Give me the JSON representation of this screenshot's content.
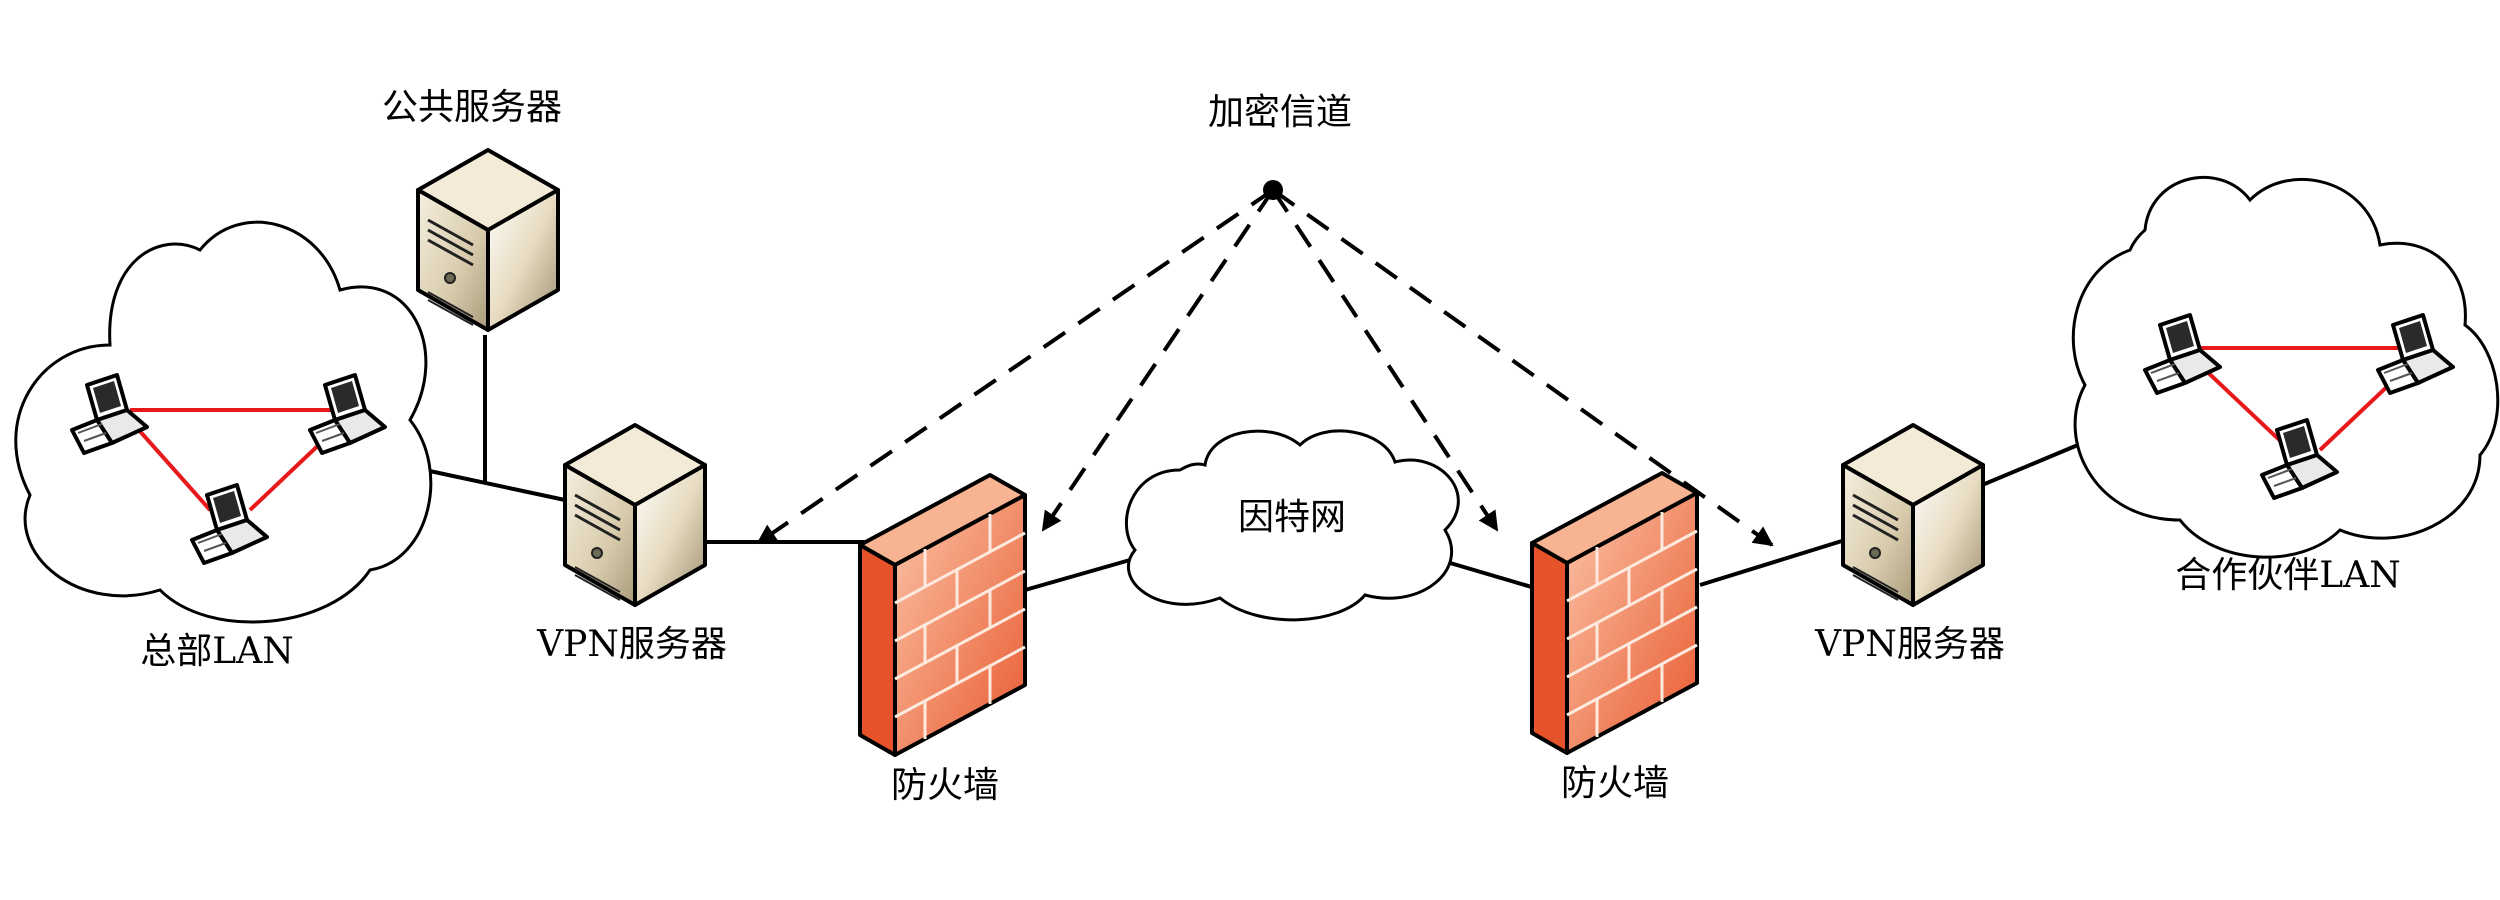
{
  "labels": {
    "public_server": "公共服务器",
    "encrypted_channel": "加密信道",
    "internet": "因特网",
    "hq_lan": "总部LAN",
    "vpn_server_left": "VPN服务器",
    "vpn_server_right": "VPN服务器",
    "firewall_left": "防火墙",
    "firewall_right": "防火墙",
    "partner_lan": "合作伙伴LAN"
  },
  "colors": {
    "lan_link": "#e8191b",
    "firewall_light": "#fde0cf",
    "firewall_dark": "#e2431f",
    "server_light": "#f6efe0",
    "server_dark": "#a89b7a",
    "line": "#000000"
  },
  "icons": {
    "laptop": "laptop-icon",
    "server": "server-icon",
    "firewall": "firewall-icon",
    "cloud": "cloud-icon"
  }
}
